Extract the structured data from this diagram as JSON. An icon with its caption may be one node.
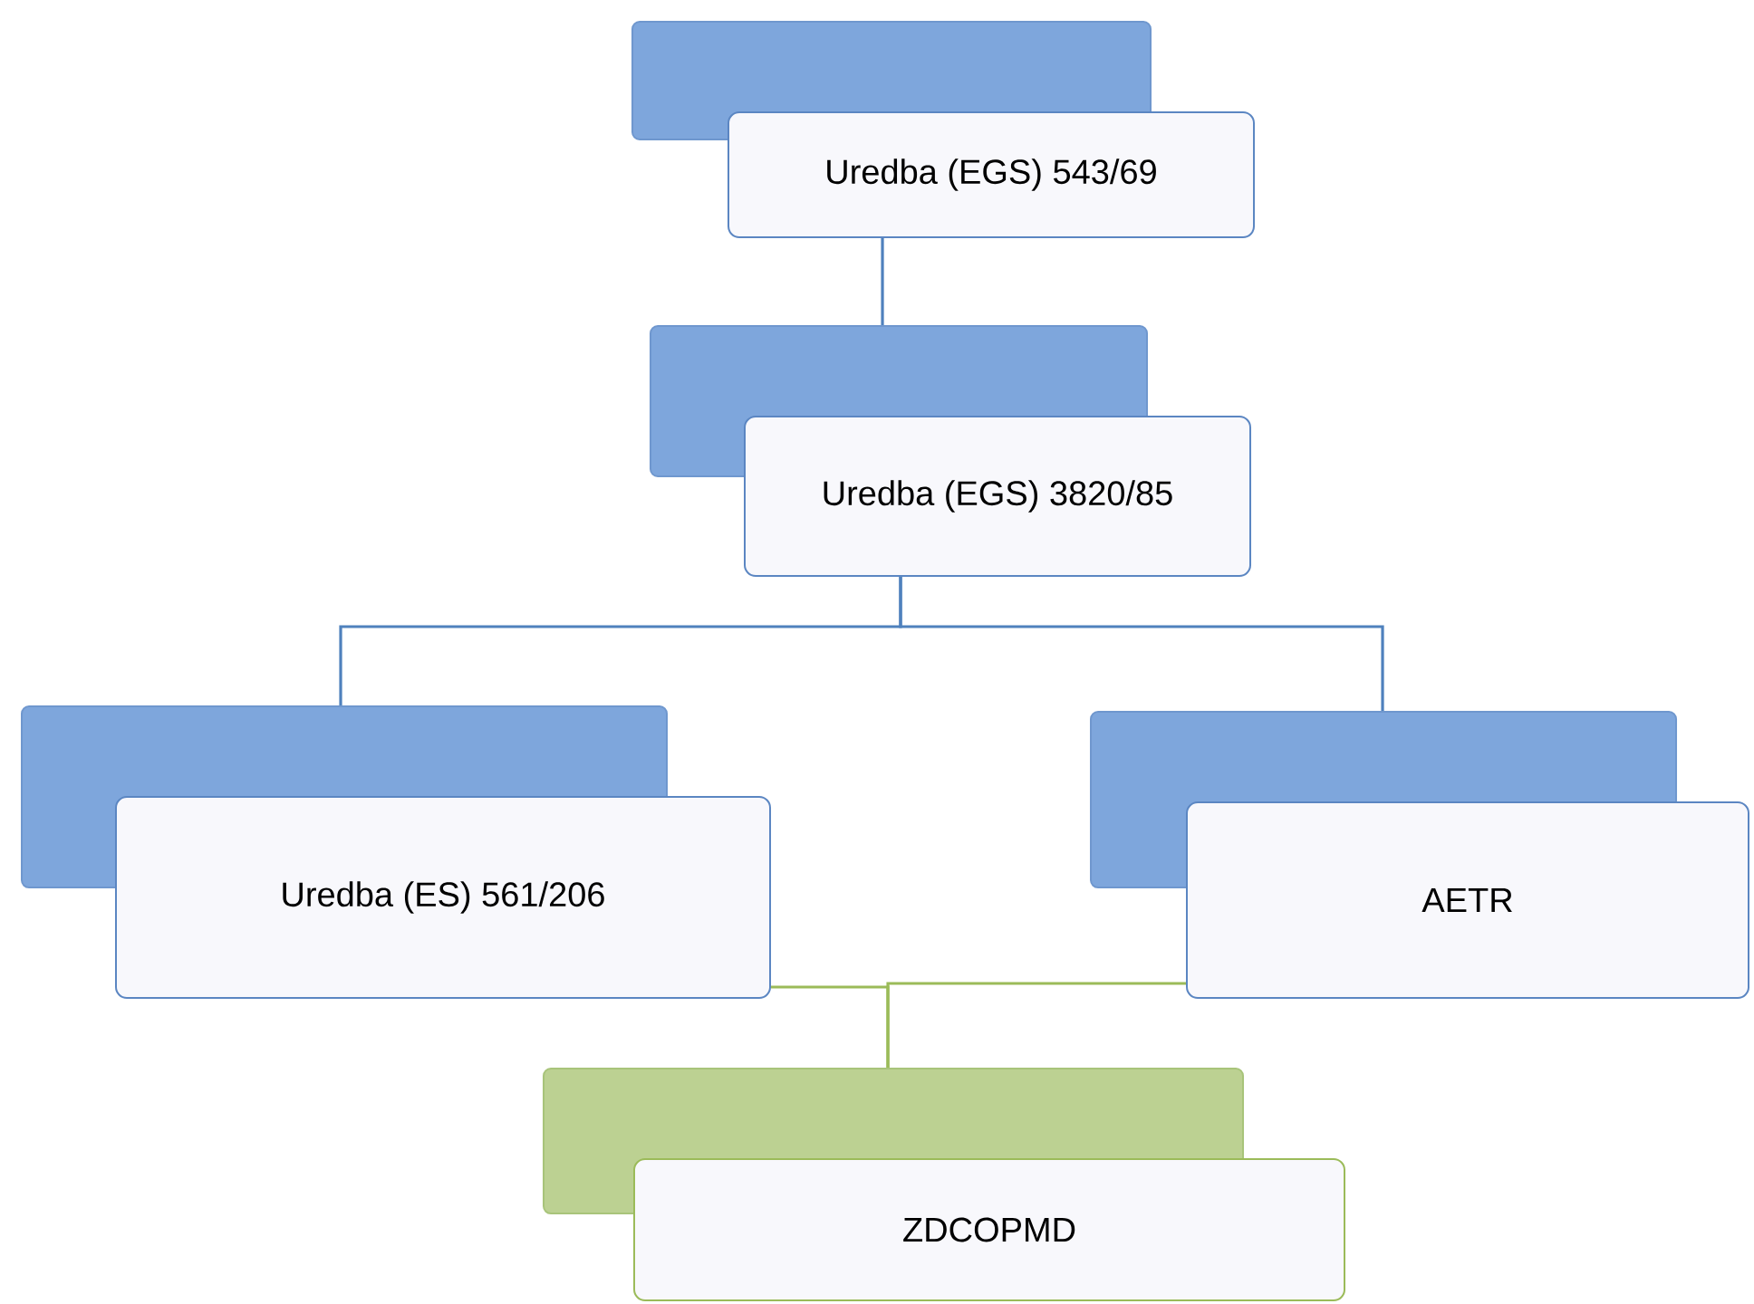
{
  "diagram": {
    "nodes": [
      {
        "text": [],
        "shape": "box"
      },
      {
        "text": [
          "Uredba (EGS) 543/69"
        ]
      },
      {
        "text": [],
        "shape": "box"
      },
      {
        "text": [
          "Uredba (EGS) 3820/85"
        ]
      },
      {
        "text": [],
        "shape": "box"
      },
      {
        "text": [
          "Uredba (ES) 561/206"
        ]
      },
      {
        "text": [],
        "shape": "box"
      },
      {
        "text": [
          "AETR"
        ]
      },
      {
        "text": [],
        "shape": "box"
      },
      {
        "text": [
          "ZDCOPMD"
        ]
      }
    ],
    "edges": [
      {
        "from": 1,
        "to": 2,
        "arrow": "none"
      },
      {
        "from": 3,
        "to": 4,
        "arrow": "none"
      },
      {
        "from": 3,
        "to": 6,
        "arrow": "none"
      },
      {
        "from": 5,
        "to": 8,
        "arrow": "none",
        "color": "#9bbb59"
      },
      {
        "from": 7,
        "to": 8,
        "arrow": "none",
        "color": "#9bbb59"
      }
    ]
  }
}
